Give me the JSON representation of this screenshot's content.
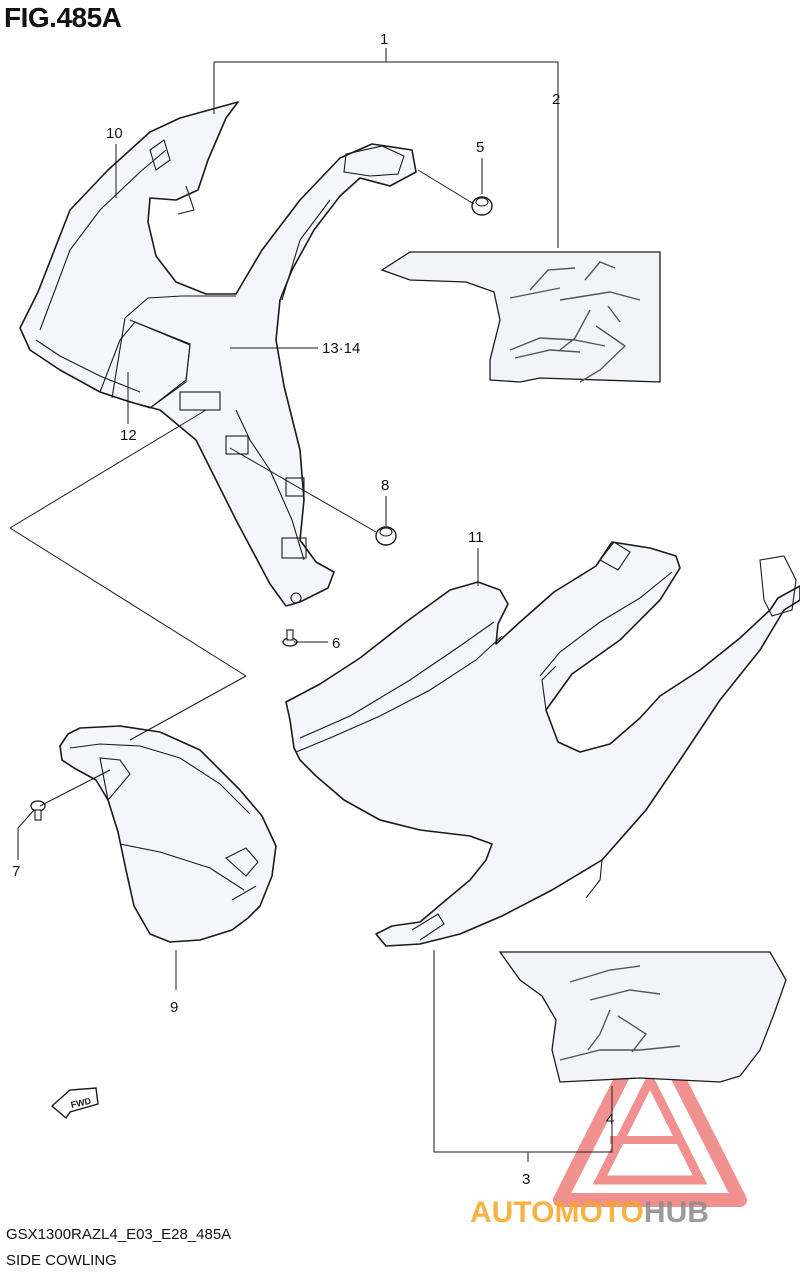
{
  "figure": {
    "title": "FIG.485A",
    "model_code": "GSX1300RAZL4_E03_E28_485A",
    "section_name": "SIDE COWLING"
  },
  "callouts": {
    "c1": "1",
    "c2": "2",
    "c3": "3",
    "c4": "4",
    "c5": "5",
    "c6": "6",
    "c7": "7",
    "c8": "8",
    "c9": "9",
    "c10": "10",
    "c11": "11",
    "c12": "12",
    "c13_14": "13·14"
  },
  "fwd_arrow_label": "FWD",
  "watermark": {
    "part1": "AUTOMOTO",
    "part2": "HUB",
    "color_primary": "#e53935",
    "color_secondary": "#f5a623",
    "color_tertiary": "#8a8a8a"
  }
}
